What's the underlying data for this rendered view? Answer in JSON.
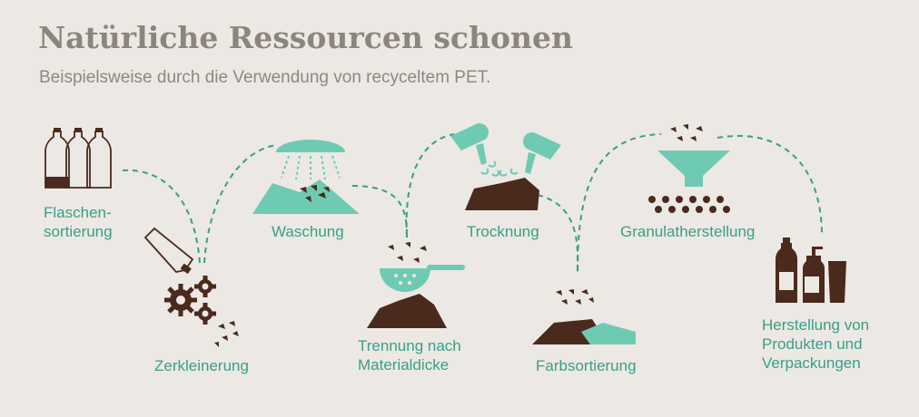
{
  "header": {
    "title": "Natürliche Ressourcen schonen",
    "subtitle": "Beispielsweise durch die Verwendung von recyceltem PET."
  },
  "steps": [
    {
      "label": "Flaschen-\nsortierung"
    },
    {
      "label": "Zerkleinerung"
    },
    {
      "label": "Waschung"
    },
    {
      "label": "Trennung nach\nMaterialdicke"
    },
    {
      "label": "Trocknung"
    },
    {
      "label": "Farbsortierung"
    },
    {
      "label": "Granulatherstellung"
    },
    {
      "label": "Herstellung von\nProdukten und\nVerpackungen"
    }
  ],
  "colors": {
    "teal": "#6fcab4",
    "teal_text": "#3a9e88",
    "brown": "#4a2a1c",
    "background": "#ece8e4",
    "title": "#8c857e"
  }
}
